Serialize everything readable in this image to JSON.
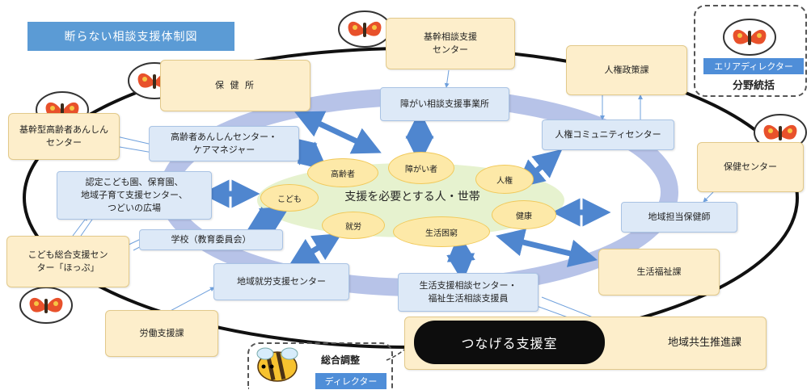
{
  "title": "断らない相談支援体制図",
  "hub": {
    "label": "支援を必要とする人・世帯"
  },
  "petals": {
    "elderly": "高齢者",
    "disabled": "障がい者",
    "children": "こども",
    "human_rights": "人権",
    "health": "健康",
    "employment": "就労",
    "livelihood": "生活困窮"
  },
  "inner_services": {
    "elderly_center": "高齢者あんしんセンター・\nケアマネジャー",
    "disability_office": "障がい相談支援事業所",
    "human_rights_community": "人権コミュニティセンター",
    "childcare": "認定こども園、保育園、\n地域子育て支援センター、\nつどいの広場",
    "school": "学校（教育委員会）",
    "area_nurse": "地域担当保健師",
    "employment_support": "地域就労支援センター",
    "livelihood_support": "生活支援相談センター・\n福祉生活相談支援員"
  },
  "outer_orgs": {
    "core_disability": "基幹相談支援\nセンター",
    "public_health": "保 健 所",
    "human_rights_division": "人権政策課",
    "core_elderly": "基幹型高齢者あんしん\nセンター",
    "health_center": "保健センター",
    "child_support": "こども総合支援セン\nター「ほっぷ」",
    "welfare_division": "生活福祉課",
    "labor_division": "労働支援課",
    "community_division": "地域共生推進課"
  },
  "tsunageru": "つなげる支援室",
  "area_director": {
    "badge": "エリアディレクター",
    "label": "分野統括"
  },
  "director": {
    "label": "総合調整",
    "badge": "ディレクター"
  },
  "colors": {
    "title_bg": "#5b9bd5",
    "org_fill": "#fdeecb",
    "inner_fill": "#dde9f7",
    "petal_fill": "#fde9a8",
    "hub_fill": "#e6f2cf",
    "ring": "#aab9e4",
    "arrow": "#4f86cf",
    "badge": "#4f8ed8",
    "black_box": "#0d0d0d"
  }
}
